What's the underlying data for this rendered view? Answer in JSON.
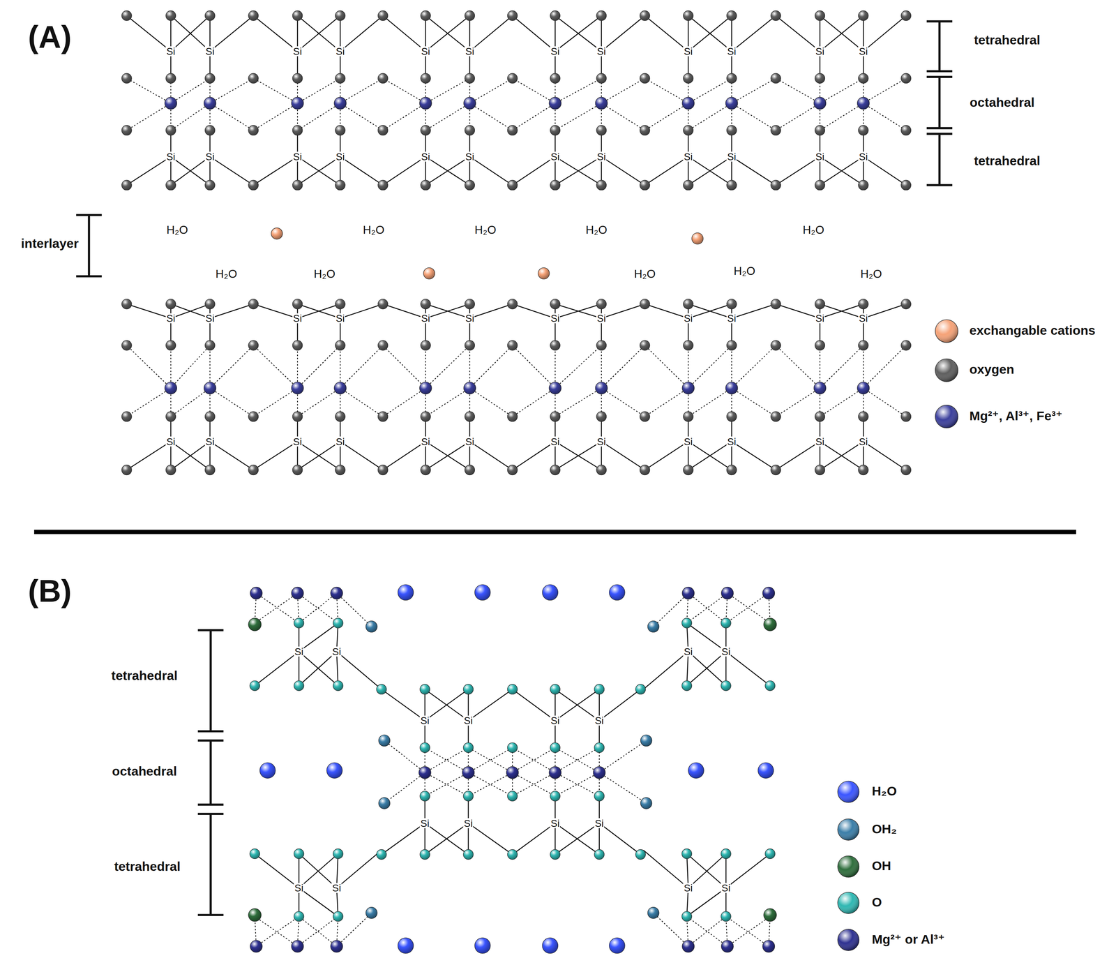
{
  "diagram": {
    "labels": [
      "(A)",
      "tetrahedral",
      "octahedral",
      "tetrahedral",
      "interlayer",
      "H₂O",
      "H₂O",
      "H₂O",
      "H₂O",
      "H₂O",
      "H₂O",
      "H₂O",
      "H₂O",
      "H₂O",
      "H₂O",
      "Si",
      "Si",
      "Si",
      "Si",
      "Si",
      "Si",
      "Si",
      "Si",
      "Si",
      "Si",
      "Si",
      "Si",
      "Si",
      "Si",
      "Si",
      "Si",
      "Si",
      "Si",
      "Si",
      "Si",
      "Si",
      "Si",
      "Si",
      "Si",
      "Si",
      "Si",
      "Si",
      "Si",
      "Si",
      "Si",
      "Si",
      "Si",
      "Si",
      "Si",
      "Si",
      "Si",
      "Si",
      "Si",
      "Si",
      "Si",
      "Si",
      "Si",
      "Si",
      "Si",
      "Si",
      "Si",
      "Si",
      "Si",
      "(B)",
      "tetrahedral",
      "octahedral",
      "tetrahedral",
      "Si",
      "Si",
      "Si",
      "Si",
      "Si",
      "Si",
      "Si",
      "Si",
      "Si",
      "Si",
      "Si",
      "Si",
      "Si",
      "Si",
      "Si",
      "Si"
    ],
    "legend": [
      {
        "text": "exchangable cations",
        "color": "#f5a277"
      },
      {
        "text": "oxygen",
        "color": "#5e5e5e"
      },
      {
        "text": "Mg²⁺, Al³⁺, Fe³⁺",
        "color": "#3b3f9c"
      },
      {
        "text": "H₂O",
        "color": "#3a55ff"
      },
      {
        "text": "OH₂",
        "color": "#3b7ea8"
      },
      {
        "text": "OH",
        "color": "#2f6e3c"
      },
      {
        "text": "O",
        "color": "#2fb7b2"
      },
      {
        "text": "Mg²⁺ or Al³⁺",
        "color": "#2e3190"
      }
    ]
  }
}
